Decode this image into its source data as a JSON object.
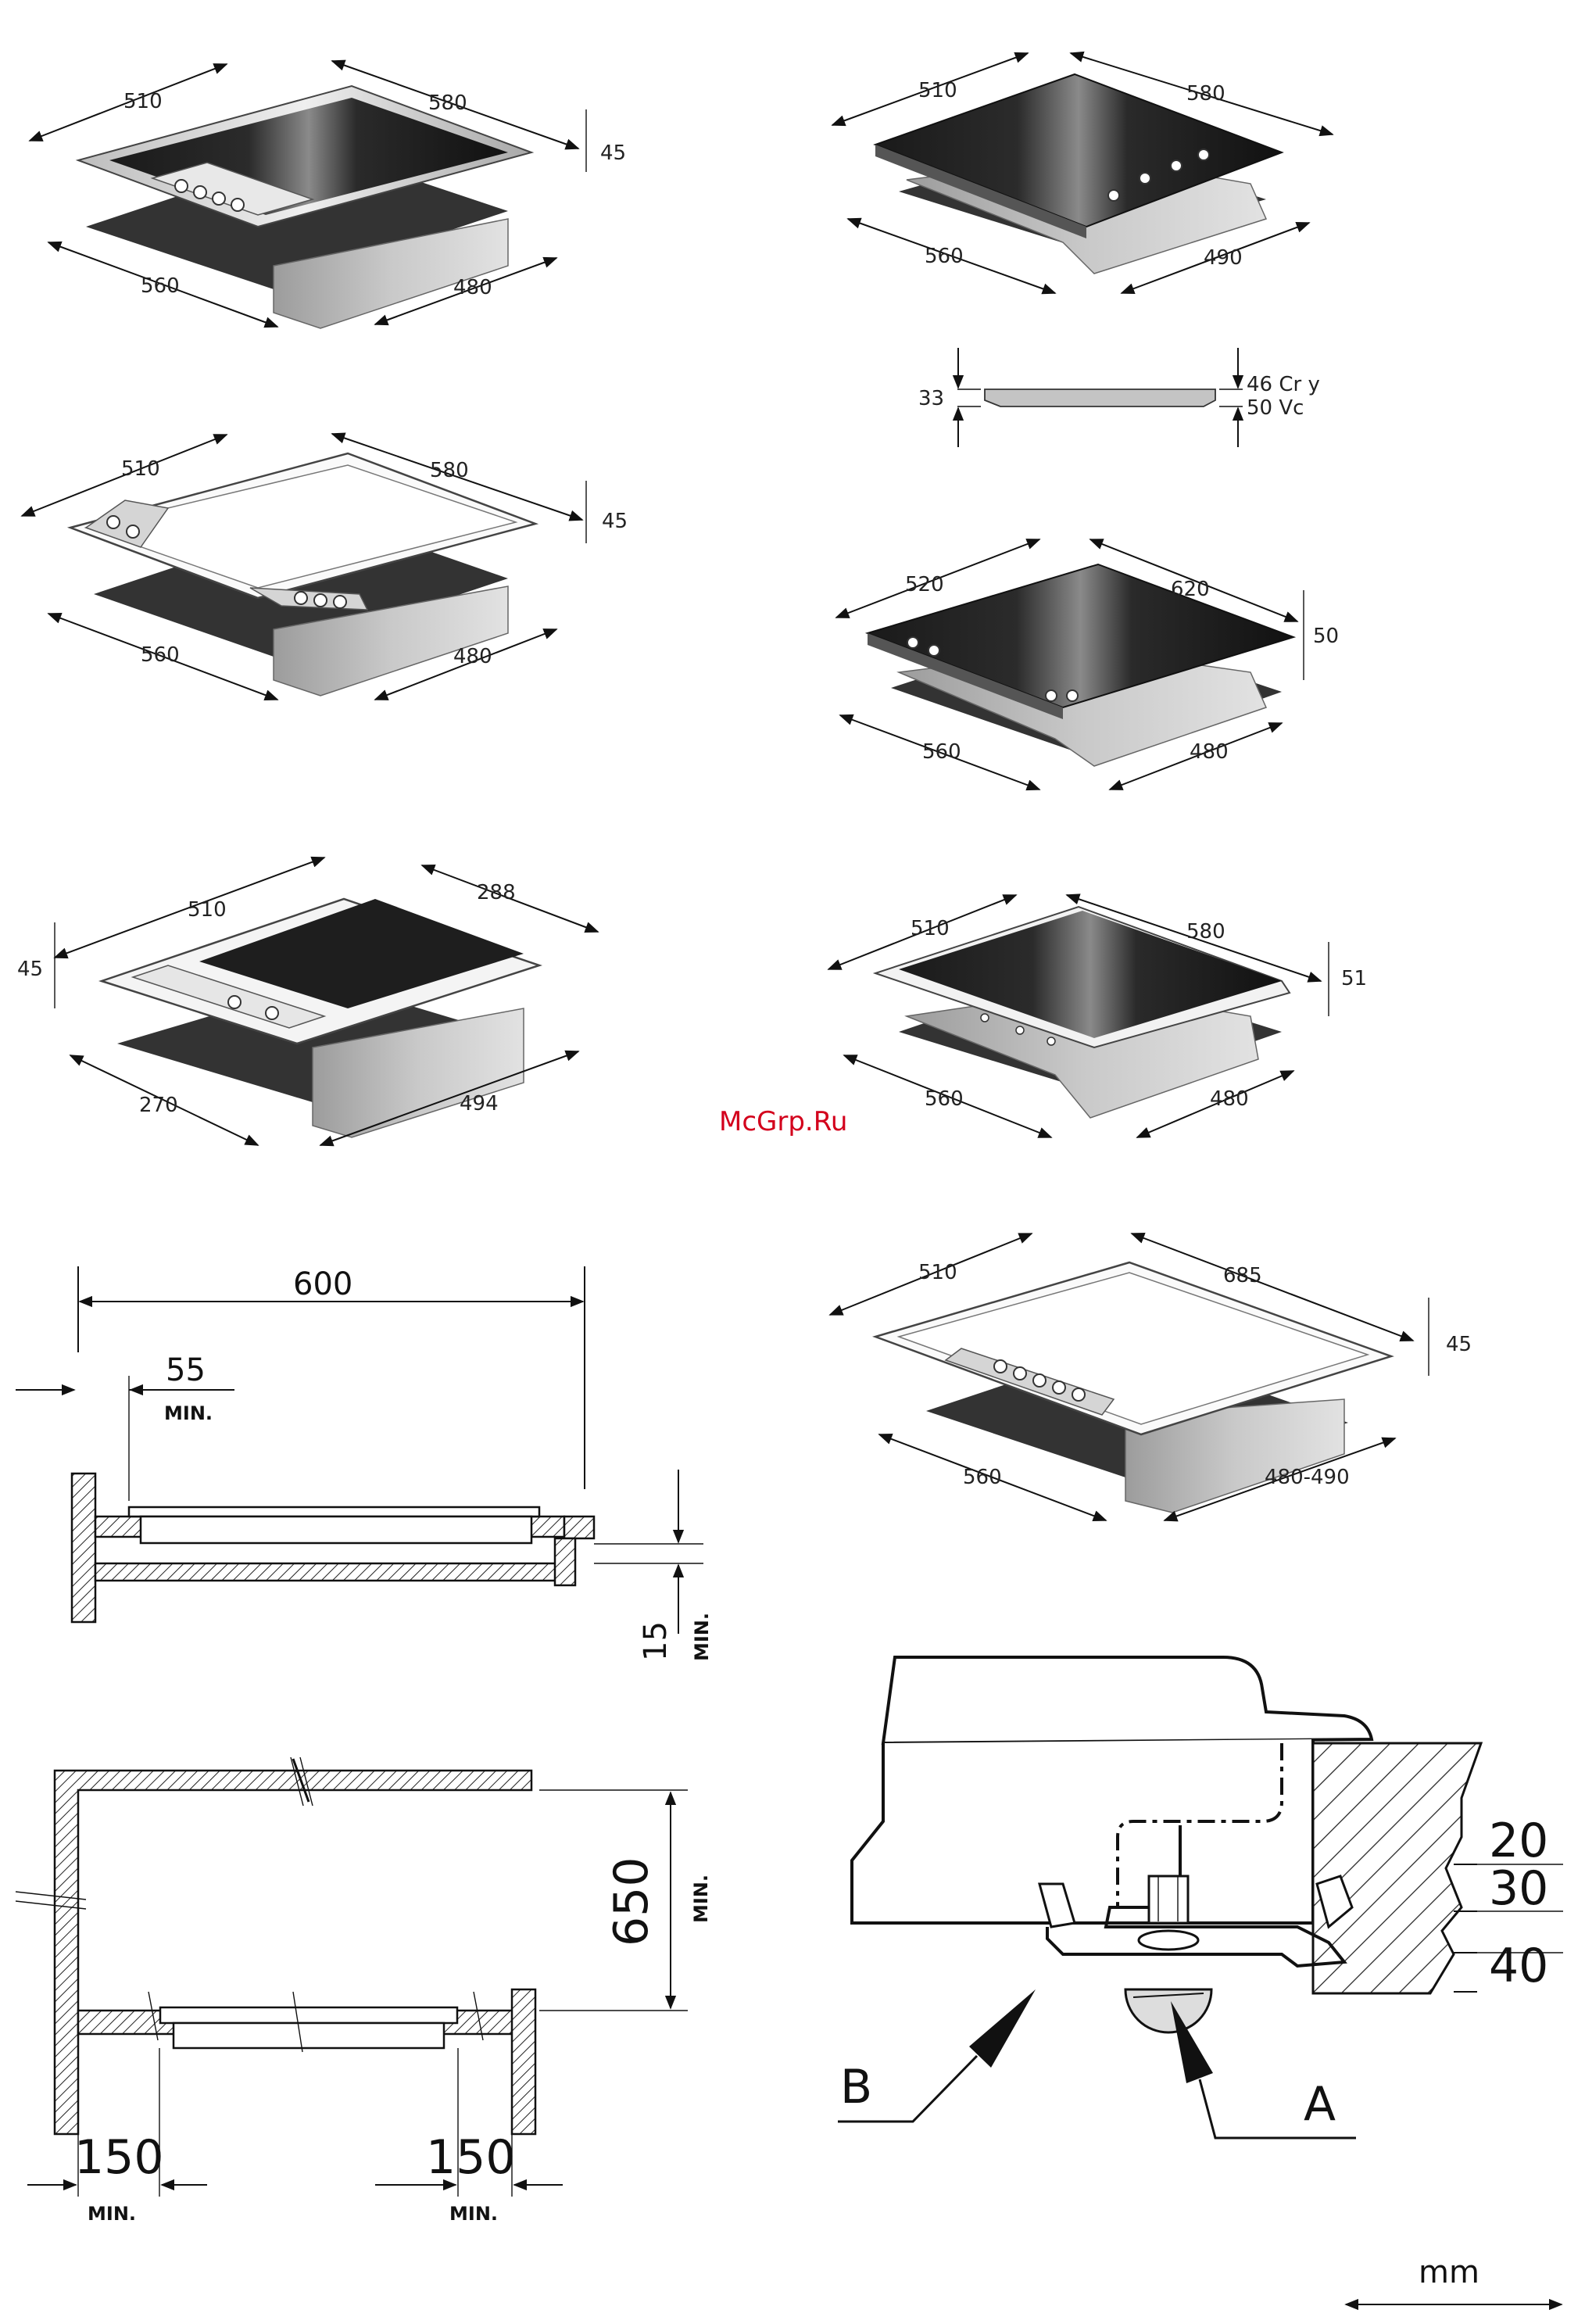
{
  "watermark": "McGrp.Ru",
  "unit_label": "mm",
  "hob1": {
    "w": "510",
    "d": "580",
    "h": "45",
    "cut_w": "560",
    "cut_d": "480"
  },
  "hob2": {
    "w": "510",
    "d": "580",
    "h": "45",
    "cut_w": "560",
    "cut_d": "480"
  },
  "hob3": {
    "w": "510",
    "d": "288",
    "h": "45",
    "cut_w": "270",
    "cut_d": "494"
  },
  "hob4": {
    "w": "510",
    "d": "580",
    "cut_w": "560",
    "cut_d": "490"
  },
  "profile": {
    "left": "33",
    "right_top": "46 Cr y",
    "right_bottom": "50 Vc"
  },
  "hob5": {
    "w": "520",
    "d": "620",
    "h": "50",
    "cut_w": "560",
    "cut_d": "480"
  },
  "hob6": {
    "w": "510",
    "d": "580",
    "h": "51",
    "cut_w": "560",
    "cut_d": "480"
  },
  "hob7": {
    "w": "510",
    "d": "685",
    "h": "45",
    "cut_w": "560",
    "cut_d": "480-490"
  },
  "section": {
    "width": "600",
    "edge": "55",
    "edge_min": "MIN.",
    "gap": "15",
    "gap_min": "MIN."
  },
  "plan": {
    "height": "650",
    "height_min": "MIN.",
    "left": "150",
    "left_min": "MIN.",
    "right": "150",
    "right_min": "MIN."
  },
  "clamp": {
    "t1": "20",
    "t2": "30",
    "t3": "40",
    "label_a": "A",
    "label_b": "B"
  }
}
